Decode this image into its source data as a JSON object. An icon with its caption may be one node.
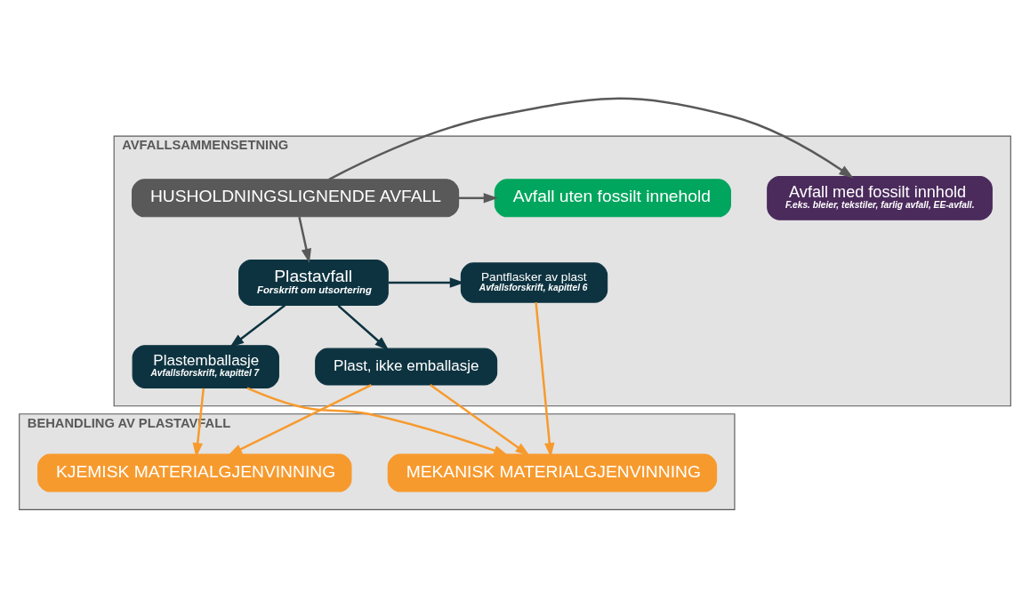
{
  "diagram": {
    "nodes": [
      {
        "text": [
          "AVFALLSAMMENSETNING"
        ]
      },
      {
        "text": [
          "Avfall med fossilt innhold",
          "F.eks. bleier, tekstiler, farlig avfall, EE-avfall."
        ],
        "in": 0
      },
      {
        "text": [
          "HUSHOLDNINGSLIGNENDE AVFALL"
        ],
        "in": 0
      },
      {
        "text": [
          "Avfall uten fossilt innehold"
        ],
        "in": 0
      },
      {
        "text": [
          "Pantflasker av plast",
          "Avfallsforskrift, kapittel 6"
        ],
        "in": 0
      },
      {
        "text": [
          "Plastavfall",
          "Forskrift om utsortering"
        ],
        "in": 0
      },
      {
        "text": [
          "Plastemballasje",
          "Avfallsforskrift, kapittel 7"
        ],
        "in": 0
      },
      {
        "text": [
          "Plast, ikke emballasje"
        ],
        "in": 0
      },
      {
        "text": [
          "BEHANDLING AV PLASTAVFALL"
        ]
      },
      {
        "text": [
          "MEKANISK MATERIALGJENVINNING"
        ],
        "in": 8
      },
      {
        "text": [
          "KJEMISK MATERIALGJENVINNING"
        ],
        "in": 8
      }
    ],
    "edges": [
      {
        "from": 2,
        "to": 1,
        "arrow": "to",
        "color": "#595959"
      },
      {
        "from": 2,
        "to": 3,
        "arrow": "to",
        "color": "#595959"
      },
      {
        "from": 2,
        "to": 5,
        "arrow": "to",
        "color": "#595959"
      },
      {
        "from": 5,
        "to": 4,
        "arrow": "to",
        "color": "#0d3340"
      },
      {
        "from": 5,
        "to": 6,
        "arrow": "to",
        "color": "#0d3340"
      },
      {
        "from": 5,
        "to": 7,
        "arrow": "to",
        "color": "#0d3340"
      },
      {
        "from": 4,
        "to": 9,
        "arrow": "to",
        "color": "#f79a2e"
      },
      {
        "from": 6,
        "to": 9,
        "arrow": "to",
        "color": "#f79a2e"
      },
      {
        "from": 6,
        "to": 10,
        "arrow": "to",
        "color": "#f79a2e"
      },
      {
        "from": 7,
        "to": 9,
        "arrow": "to",
        "color": "#f79a2e"
      },
      {
        "from": 7,
        "to": 10,
        "arrow": "to",
        "color": "#f79a2e"
      }
    ]
  }
}
